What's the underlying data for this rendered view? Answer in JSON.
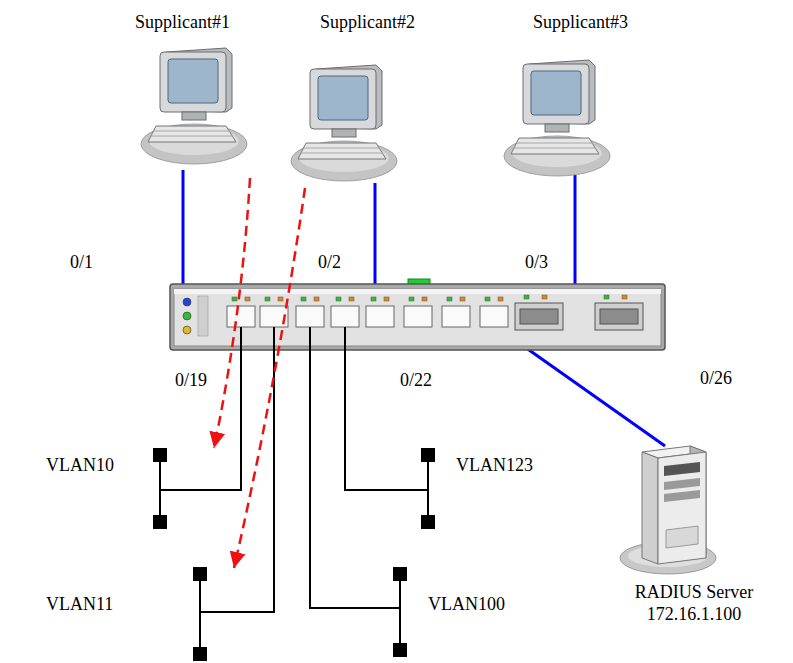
{
  "diagram": {
    "nodes": [
      {
        "text": [
          "Supplicant#1"
        ]
      },
      {
        "text": [
          "Supplicant#2"
        ]
      },
      {
        "text": [
          "Supplicant#3"
        ]
      },
      {
        "text": [
          "VLAN10"
        ]
      },
      {
        "text": [
          "VLAN123"
        ]
      },
      {
        "text": [
          "VLAN11"
        ]
      },
      {
        "text": [
          "VLAN100"
        ]
      },
      {
        "text": [
          "RADIUS Server",
          "172.16.1.100"
        ]
      }
    ],
    "edges": [
      {
        "from": 0,
        "to": 3,
        "arrow": "to"
      },
      {
        "from": 1,
        "to": 5,
        "arrow": "to"
      }
    ],
    "labels": [
      "0/1",
      "0/2",
      "0/3",
      "0/19",
      "0/22",
      "0/26"
    ]
  }
}
